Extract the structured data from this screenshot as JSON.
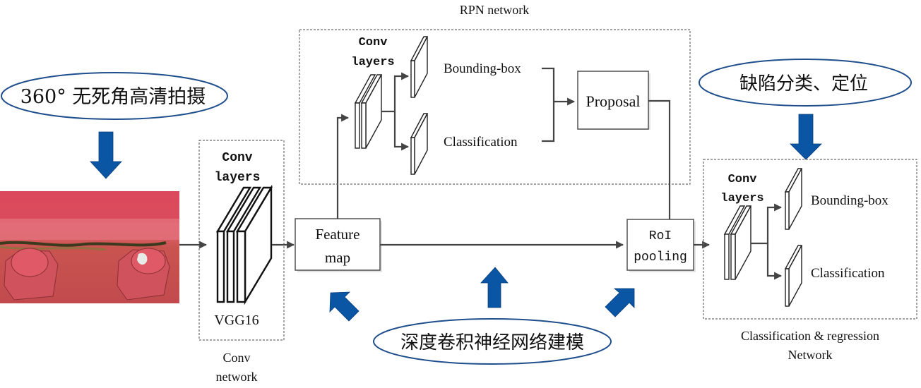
{
  "title": "Defect detection pipeline based on Faster R-CNN",
  "colors": {
    "accent_blue": "#0b56a4",
    "ellipse_stroke": "#1f4e8c",
    "line": "#444444",
    "photo_red": "#d9475a"
  },
  "capture": {
    "ellipse_label": "360° 无死角高清拍摄",
    "photo_alt": "red painted steel joint with bolts and crack"
  },
  "conv_network": {
    "layers_label_line1": "Conv",
    "layers_label_line2": "layers",
    "backbone": "VGG16",
    "caption_line1": "Conv",
    "caption_line2": "network"
  },
  "feature_map": {
    "line1": "Feature",
    "line2": "map"
  },
  "rpn": {
    "title": "RPN network",
    "layers_label_line1": "Conv",
    "layers_label_line2": "layers",
    "bbox_label": "Bounding-box",
    "cls_label": "Classification",
    "proposal_label": "Proposal"
  },
  "roi": {
    "line1": "RoI",
    "line2": "pooling"
  },
  "cls_reg": {
    "ellipse_label": "缺陷分类、定位",
    "layers_label_line1": "Conv",
    "layers_label_line2": "layers",
    "bbox_label": "Bounding-box",
    "cls_label": "Classification",
    "caption_line1": "Classification & regression",
    "caption_line2": "Network"
  },
  "modeling": {
    "ellipse_label": "深度卷积神经网络建模"
  }
}
